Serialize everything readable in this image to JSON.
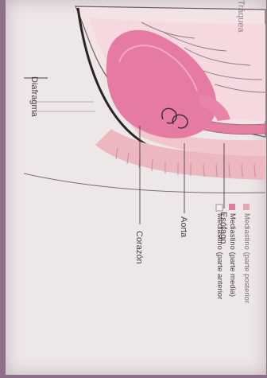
{
  "labels": {
    "diafragma": "Diafragma",
    "corazon": "Corazón",
    "aorta": "Aorta",
    "esofago": "Esófago",
    "top_cut": "Tráquea"
  },
  "legend": [
    {
      "text": "Mediastino (parte anterior",
      "color": "#f2eeef"
    },
    {
      "text": "Mediastino (parte media)",
      "color": "#e07aa0"
    },
    {
      "text": "Mediastino (parte posterior",
      "color": "#e8a6b2"
    }
  ]
}
